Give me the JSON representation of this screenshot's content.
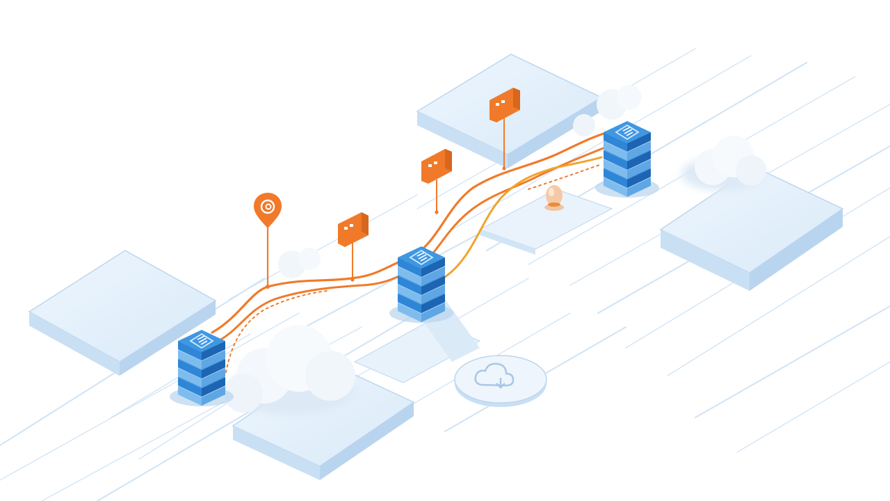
{
  "colors": {
    "background": "#ffffff",
    "platform_top": "#e3f0fb",
    "platform_side": "#c9dff3",
    "platform_edge": "#b6d2ee",
    "stripe": "#cfe3f5",
    "server_blue": "#2f86d6",
    "server_light": "#7fbcee",
    "server_dark": "#1d64b2",
    "route_orange": "#f07a2a",
    "route_amber": "#f2a32b",
    "cloud": "#f4f8fc",
    "cloud_shadow": "#dde9f5",
    "traveler": "#f6c9a6"
  },
  "nodes": [
    {
      "name": "server-node-left",
      "icon": "document-icon"
    },
    {
      "name": "server-node-middle",
      "icon": "document-icon"
    },
    {
      "name": "server-node-right",
      "icon": "document-icon"
    }
  ],
  "markers": [
    {
      "name": "at-sign-pin",
      "icon": "at-sign-icon"
    },
    {
      "name": "message-flag-1",
      "icon": "chat-bubble-icon"
    },
    {
      "name": "message-flag-2",
      "icon": "chat-bubble-icon"
    },
    {
      "name": "message-flag-3",
      "icon": "chat-bubble-icon"
    }
  ],
  "decorations": {
    "cloud_badge_icon": "cloud-icon",
    "traveler_icon": "egg-figure-icon"
  }
}
